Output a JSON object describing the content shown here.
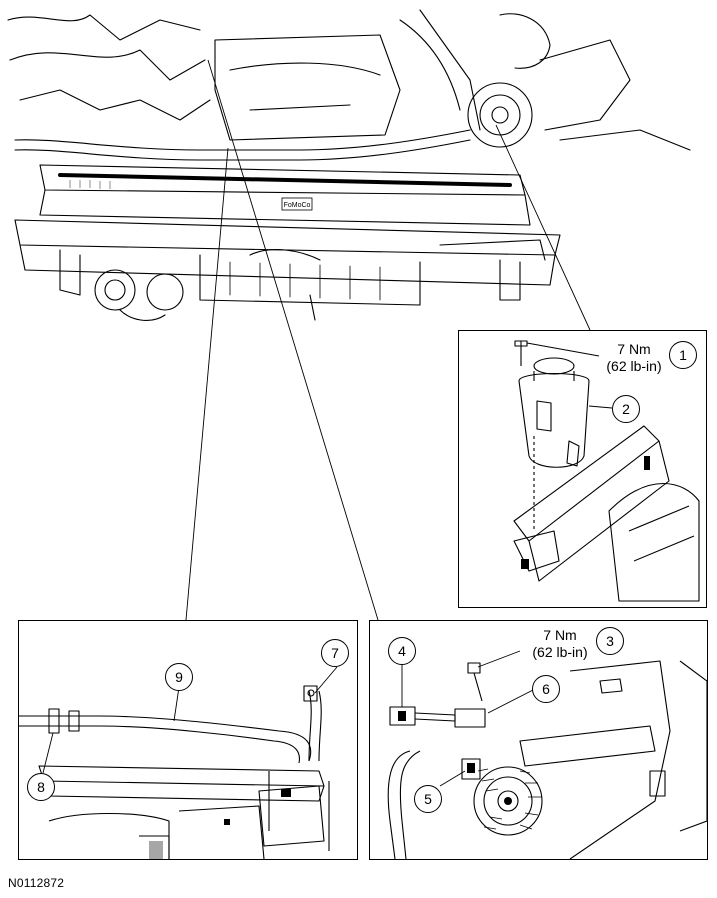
{
  "figure_id": "N0112872",
  "callouts": [
    {
      "number": "1",
      "torque_value": "7 Nm",
      "torque_imperial": "(62 lb-in)"
    },
    {
      "number": "2"
    },
    {
      "number": "3",
      "torque_value": "7 Nm",
      "torque_imperial": "(62 lb-in)"
    },
    {
      "number": "4"
    },
    {
      "number": "5"
    },
    {
      "number": "6"
    },
    {
      "number": "7"
    },
    {
      "number": "8"
    },
    {
      "number": "9"
    }
  ],
  "illustration_labels": {
    "radiator_badge": "FoMoCo"
  }
}
